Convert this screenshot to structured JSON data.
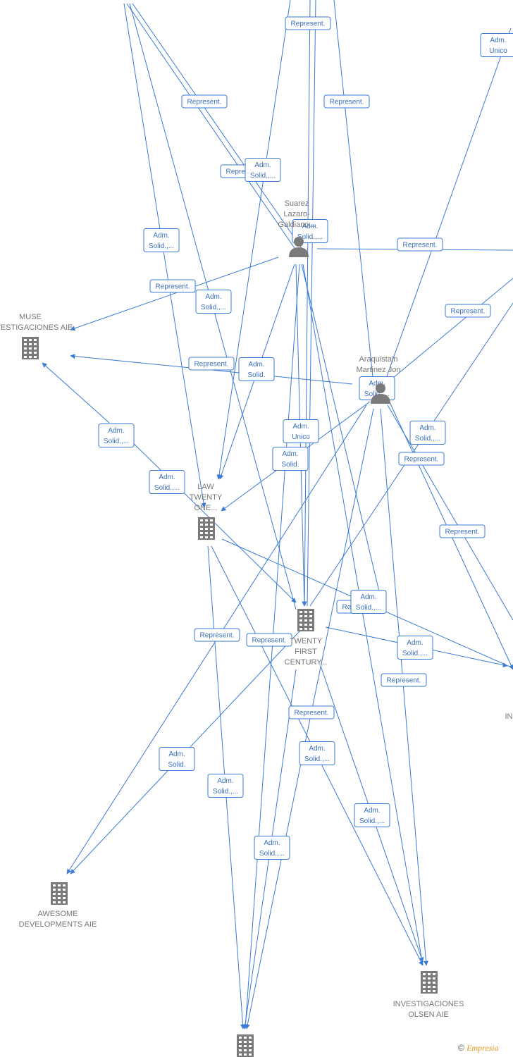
{
  "nodes": [
    {
      "id": "muse",
      "type": "company",
      "lines": [
        "MUSE",
        "INVESTIGACIONES AIE"
      ]
    },
    {
      "id": "law21",
      "type": "company",
      "lines": [
        "LAW",
        "TWENTY",
        "ONE..."
      ]
    },
    {
      "id": "twenty",
      "type": "company",
      "lines": [
        "TWENTY",
        "FIRST",
        "CENTURY..."
      ]
    },
    {
      "id": "awesome",
      "type": "company",
      "lines": [
        "AWESOME",
        "DEVELOPMENTS AIE"
      ]
    },
    {
      "id": "olsen",
      "type": "company",
      "lines": [
        "INVESTIGACIONES",
        "OLSEN AIE"
      ]
    },
    {
      "id": "bottom",
      "type": "company",
      "lines": []
    },
    {
      "id": "suarez",
      "type": "person",
      "lines": [
        "Suarez",
        "Lazaro-",
        "Galdiano..."
      ]
    },
    {
      "id": "araquistain",
      "type": "person",
      "lines": [
        "Araquistain",
        "Martinez Jon"
      ]
    },
    {
      "id": "right_in",
      "type": "company",
      "lines": [
        "IN"
      ]
    }
  ],
  "edge_labels": [
    {
      "lines": [
        "Represent."
      ]
    },
    {
      "lines": [
        "Adm.",
        "Unico"
      ]
    },
    {
      "lines": [
        "Represent."
      ]
    },
    {
      "lines": [
        "Represent."
      ]
    },
    {
      "lines": [
        "Represent."
      ]
    },
    {
      "lines": [
        "Adm.",
        "Solid.,..."
      ]
    },
    {
      "lines": [
        "Adm.",
        "Solid.,..."
      ]
    },
    {
      "lines": [
        "Adm.",
        "Solid.,..."
      ]
    },
    {
      "lines": [
        "Represent."
      ]
    },
    {
      "lines": [
        "Represent."
      ]
    },
    {
      "lines": [
        "Adm.",
        "Solid.,..."
      ]
    },
    {
      "lines": [
        "Represent."
      ]
    },
    {
      "lines": [
        "Represent."
      ]
    },
    {
      "lines": [
        "Adm.",
        "Solid."
      ]
    },
    {
      "lines": [
        "Adm.",
        "Solid.,..."
      ]
    },
    {
      "lines": [
        "Adm.",
        "Unico"
      ]
    },
    {
      "lines": [
        "Adm.",
        "Solid.,..."
      ]
    },
    {
      "lines": [
        "Adm.",
        "Solid."
      ]
    },
    {
      "lines": [
        "Represent."
      ]
    },
    {
      "lines": [
        "Adm.",
        "Solid.,..."
      ]
    },
    {
      "lines": [
        "Adm.",
        "Solid.,..."
      ]
    },
    {
      "lines": [
        "Represent."
      ]
    },
    {
      "lines": [
        "Represent."
      ]
    },
    {
      "lines": [
        "Adm.",
        "Solid.,..."
      ]
    },
    {
      "lines": [
        "Represent."
      ]
    },
    {
      "lines": [
        "Represent."
      ]
    },
    {
      "lines": [
        "Adm.",
        "Solid.,..."
      ]
    },
    {
      "lines": [
        "Represent."
      ]
    },
    {
      "lines": [
        "Represent."
      ]
    },
    {
      "lines": [
        "Adm.",
        "Solid."
      ]
    },
    {
      "lines": [
        "Adm.",
        "Solid.,..."
      ]
    },
    {
      "lines": [
        "Adm.",
        "Solid.,..."
      ]
    },
    {
      "lines": [
        "Adm.",
        "Solid.,..."
      ]
    },
    {
      "lines": [
        "Adm.",
        "Solid.,..."
      ]
    }
  ],
  "footer": {
    "copyright": "©",
    "brand": "Empresia"
  },
  "colors": {
    "edge": "#3a7bd5",
    "label_border": "#3a7bd5",
    "label_text": "#3a6fc0",
    "icon": "#7a7a7a",
    "node_text": "#777777"
  }
}
